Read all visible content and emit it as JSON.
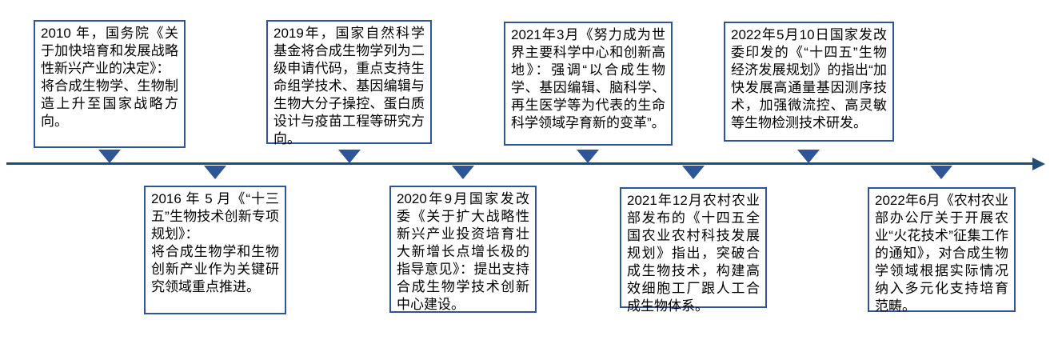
{
  "colors": {
    "box_border": "#2e5597",
    "box_background": "#ffffff",
    "timeline": "#1f4e79",
    "marker": "#2e5597",
    "text_color": "#000000"
  },
  "timeline_direction": "left-to-right",
  "events": [
    {
      "date": "2010年",
      "side": "top",
      "text": "2010 年，国务院《关于加快培育和发展战略性新兴产业的决定》：\n将合成生物学、生物制造上升至国家战略方向。"
    },
    {
      "date": "2016年5月",
      "side": "bottom",
      "text": "2016 年 5 月《“十三五”生物技术创新专项规划》：\n将合成生物学和生物创新产业作为关键研究领域重点推进。"
    },
    {
      "date": "2019年",
      "side": "top",
      "text": "2019年，国家自然科学基金将合成生物学列为二级申请代码，重点支持生命组学技术、基因编辑与生物大分子操控、蛋白质设计与疫苗工程等研究方向。"
    },
    {
      "date": "2020年9月",
      "side": "bottom",
      "text": "2020年9月国家发改委《关于扩大战略性新兴产业投资培育壮大新增长点增长极的指导意见》：提出支持合成生物学技术创新中心建设。"
    },
    {
      "date": "2021年3月",
      "side": "top",
      "text": "2021年3月《努力成为世界主要科学中心和创新高地》：强调“以合成生物学、基因编辑、脑科学、再生医学等为代表的生命科学领域孕育新的变革”。"
    },
    {
      "date": "2021年12月",
      "side": "bottom",
      "text": "2021年12月农村农业部发布的《十四五全国农业农村科技发展规划》指出，突破合成生物技术，构建高效细胞工厂跟人工合成生物体系。"
    },
    {
      "date": "2022年5月10日",
      "side": "top",
      "text": "2022年5月10日国家发改委印发的《“十四五”生物经济发展规划》的指出“加快发展高通量基因测序技术，加强微流控、高灵敏等生物检测技术研发。"
    },
    {
      "date": "2022年6月",
      "side": "bottom",
      "text": "2022年6月《农村农业部办公厅关于开展农业“火花技术”征集工作的通知》，对合成生物学领域根据实际情况纳入多元化支持培育范畴。"
    }
  ]
}
